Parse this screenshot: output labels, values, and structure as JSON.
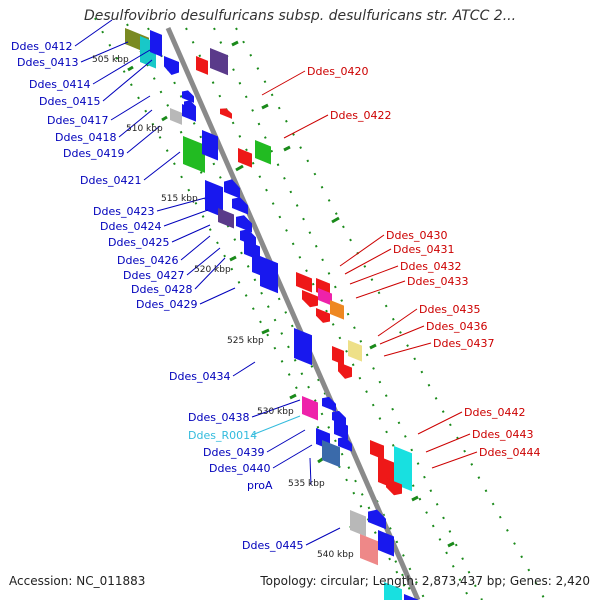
{
  "title": "Desulfovibrio desulfuricans subsp. desulfuricans str. ATCC 2...",
  "footer": {
    "accession": "Accession: NC_011883",
    "topology": "Topology: circular; Length: 2,873,437 bp; Genes: 2,420"
  },
  "colors": {
    "backbone": "#888888",
    "tick_major": "#1a8a1a",
    "left_label": "#0000bb",
    "right_label": "#cc0000",
    "rna_label": "#33bbdd"
  },
  "kbp_labels": [
    "505 kbp",
    "510 kbp",
    "515 kbp",
    "520 kbp",
    "525 kbp",
    "530 kbp",
    "535 kbp",
    "540 kbp"
  ],
  "left_genes": [
    {
      "label": "Ddes_0412"
    },
    {
      "label": "Ddes_0413"
    },
    {
      "label": "Ddes_0414"
    },
    {
      "label": "Ddes_0415"
    },
    {
      "label": "Ddes_0417"
    },
    {
      "label": "Ddes_0418"
    },
    {
      "label": "Ddes_0419"
    },
    {
      "label": "Ddes_0421"
    },
    {
      "label": "Ddes_0423"
    },
    {
      "label": "Ddes_0424"
    },
    {
      "label": "Ddes_0425"
    },
    {
      "label": "Ddes_0426"
    },
    {
      "label": "Ddes_0427"
    },
    {
      "label": "Ddes_0428"
    },
    {
      "label": "Ddes_0429"
    },
    {
      "label": "Ddes_0434"
    },
    {
      "label": "Ddes_0438"
    },
    {
      "label": "Ddes_R0014",
      "rna": true
    },
    {
      "label": "Ddes_0439"
    },
    {
      "label": "Ddes_0440"
    },
    {
      "label": "proA"
    },
    {
      "label": "Ddes_0445"
    }
  ],
  "right_genes": [
    {
      "label": "Ddes_0420"
    },
    {
      "label": "Ddes_0422"
    },
    {
      "label": "Ddes_0430"
    },
    {
      "label": "Ddes_0431"
    },
    {
      "label": "Ddes_0432"
    },
    {
      "label": "Ddes_0433"
    },
    {
      "label": "Ddes_0435"
    },
    {
      "label": "Ddes_0436"
    },
    {
      "label": "Ddes_0437"
    },
    {
      "label": "Ddes_0442"
    },
    {
      "label": "Ddes_0443"
    },
    {
      "label": "Ddes_0444"
    }
  ]
}
